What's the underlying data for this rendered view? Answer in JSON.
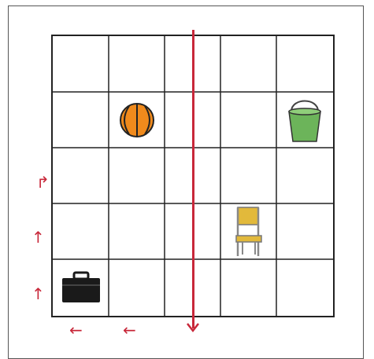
{
  "grid": {
    "rows": 5,
    "cols": 5
  },
  "objects": [
    {
      "name": "basketball",
      "row": 2,
      "col": 2,
      "icon": "basketball-icon"
    },
    {
      "name": "bucket",
      "row": 2,
      "col": 5,
      "icon": "bucket-icon"
    },
    {
      "name": "chair",
      "row": 4,
      "col": 4,
      "icon": "chair-icon"
    },
    {
      "name": "briefcase",
      "row": 5,
      "col": 1,
      "icon": "briefcase-icon"
    }
  ],
  "path_arrows": [
    {
      "symbol": "←",
      "icon": "arrow-left-icon"
    },
    {
      "symbol": "←",
      "icon": "arrow-left-icon"
    },
    {
      "symbol": "↑",
      "icon": "arrow-up-icon"
    },
    {
      "symbol": "↑",
      "icon": "arrow-up-icon"
    },
    {
      "symbol": "↱",
      "icon": "arrow-turn-right-icon"
    }
  ],
  "colors": {
    "red": "#c8283a",
    "orange": "#f08a1c",
    "green": "#6cb45a",
    "chair_yellow": "#e2b93b",
    "black": "#1a1a1a"
  }
}
